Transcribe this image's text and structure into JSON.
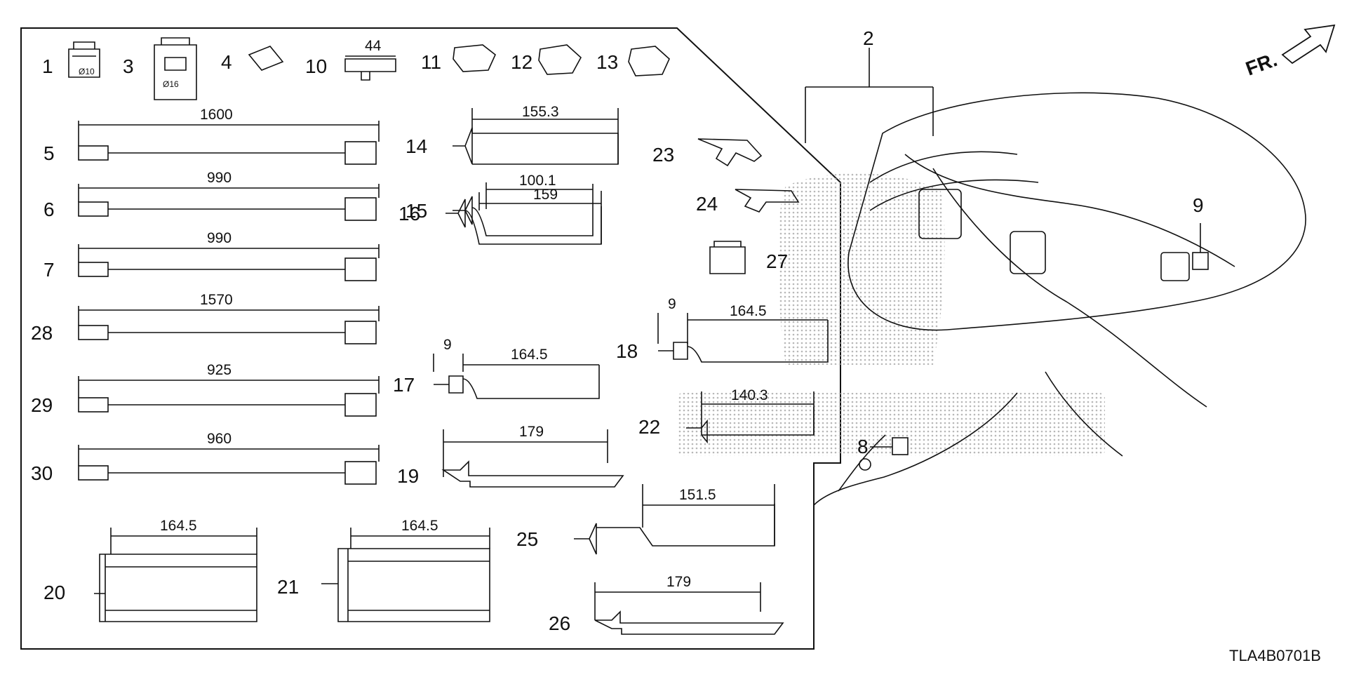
{
  "diagram": {
    "part_code": "TLA4B0701B",
    "direction_label": "FR.",
    "colors": {
      "line": "#111111",
      "dot": "#bcbcbc",
      "fill": "#ffffff"
    },
    "callouts": {
      "c1": "1",
      "c2": "2",
      "c3": "3",
      "c4": "4",
      "c5": "5",
      "c6": "6",
      "c7": "7",
      "c8": "8",
      "c9": "9",
      "c10": "10",
      "c11": "11",
      "c12": "12",
      "c13": "13",
      "c14": "14",
      "c15": "15",
      "c16": "16",
      "c17": "17",
      "c18": "18",
      "c19": "19",
      "c20": "20",
      "c21": "21",
      "c22": "22",
      "c23": "23",
      "c24": "24",
      "c25": "25",
      "c26": "26",
      "c27": "27",
      "c28": "28",
      "c29": "29",
      "c30": "30"
    },
    "part_marks": {
      "p1": "Ø10",
      "p3": "Ø16"
    },
    "dimensions": {
      "d10": "44",
      "d5": "1600",
      "d6": "990",
      "d7": "990",
      "d28": "1570",
      "d29": "925",
      "d30": "960",
      "d14": "155.3",
      "d15": "100.1",
      "d16": "159",
      "d17a": "9",
      "d17b": "164.5",
      "d18a": "9",
      "d18b": "164.5",
      "d22": "140.3",
      "d19": "179",
      "d25": "151.5",
      "d26": "179",
      "d20": "164.5",
      "d21": "164.5"
    }
  }
}
